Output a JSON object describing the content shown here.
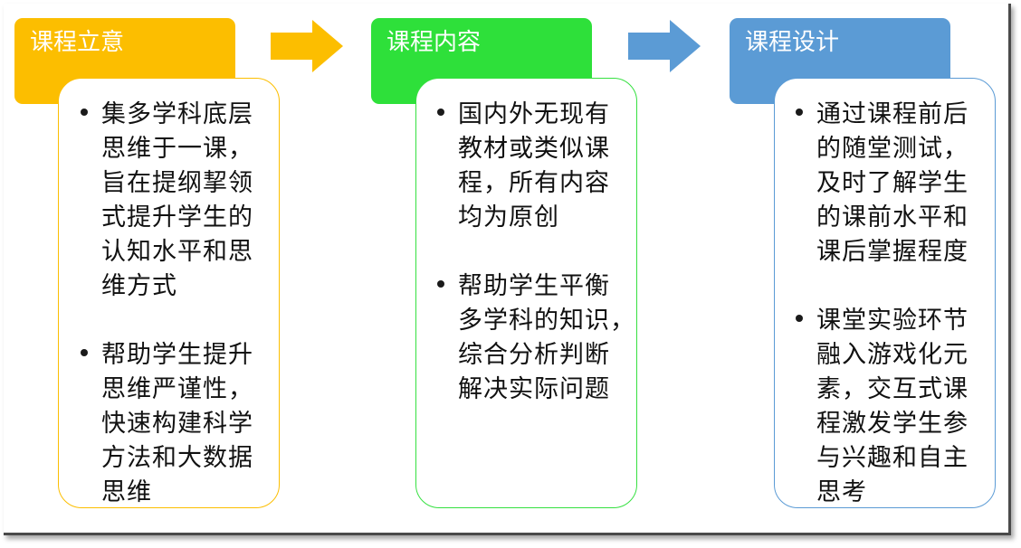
{
  "colors": {
    "col1": "#fcbe00",
    "col1_border": "#fcbe00",
    "col2": "#2ee03a",
    "col2_border": "#35e040",
    "col3": "#5b9bd5",
    "col3_border": "#5b9bd5",
    "arrow1": "#fcbe00",
    "arrow2": "#5b9bd5"
  },
  "columns": [
    {
      "title": "课程立意",
      "items": [
        {
          "lines": [
            "集多学科底层",
            "思维于一课，",
            "旨在提纲挈领",
            "式提升学生的",
            "认知水平和思",
            "维方式"
          ]
        },
        {
          "lines": [
            "帮助学生提升",
            "思维严谨性，",
            "快速构建科学",
            "方法和大数据",
            "思维"
          ]
        }
      ]
    },
    {
      "title": "课程内容",
      "items": [
        {
          "lines": [
            "国内外无现有",
            "教材或类似课",
            "程，所有内容",
            "均为原创"
          ]
        },
        {
          "lines": [
            "帮助学生平衡",
            "多学科的知识，",
            "综合分析判断",
            "解决实际问题"
          ]
        }
      ]
    },
    {
      "title": "课程设计",
      "items": [
        {
          "lines": [
            "通过课程前后",
            "的随堂测试，",
            "及时了解学生",
            "的课前水平和",
            "课后掌握程度"
          ]
        },
        {
          "lines": [
            "课堂实验环节",
            "融入游戏化元",
            "素，交互式课",
            "程激发学生参",
            "与兴趣和自主",
            "思考"
          ]
        }
      ]
    }
  ]
}
